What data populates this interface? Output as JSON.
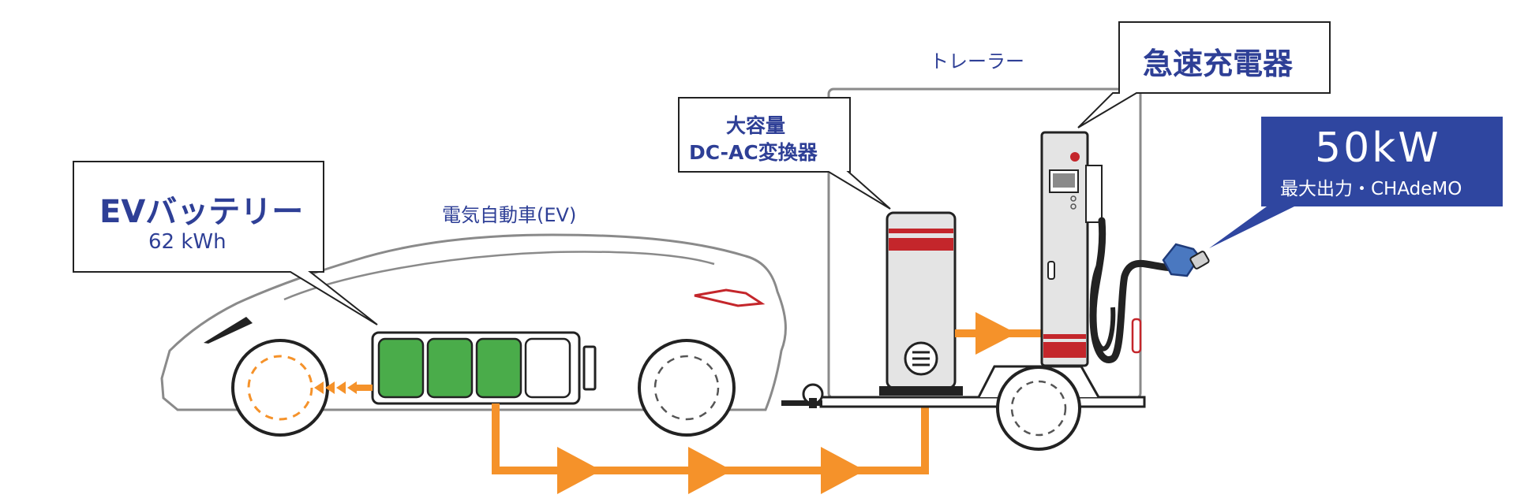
{
  "colors": {
    "navy": "#2e3f96",
    "navy_box": "#2f46a0",
    "orange": "#f5922a",
    "green": "#4aac4a",
    "red": "#c4262b",
    "outline": "#8a8a8a",
    "dark": "#222222",
    "cabinet": "#e4e4e4"
  },
  "labels": {
    "ev_battery_title": "EVバッテリー",
    "ev_battery_capacity": "62 kWh",
    "ev_car": "電気自動車(EV)",
    "converter_line1": "大容量",
    "converter_line2": "DC-AC変換器",
    "trailer": "トレーラー",
    "charger": "急速充電器",
    "power_value": "50kW",
    "power_sub": "最大出力・CHAdeMO"
  },
  "battery": {
    "cells_total": 4,
    "cells_charged": 3
  }
}
